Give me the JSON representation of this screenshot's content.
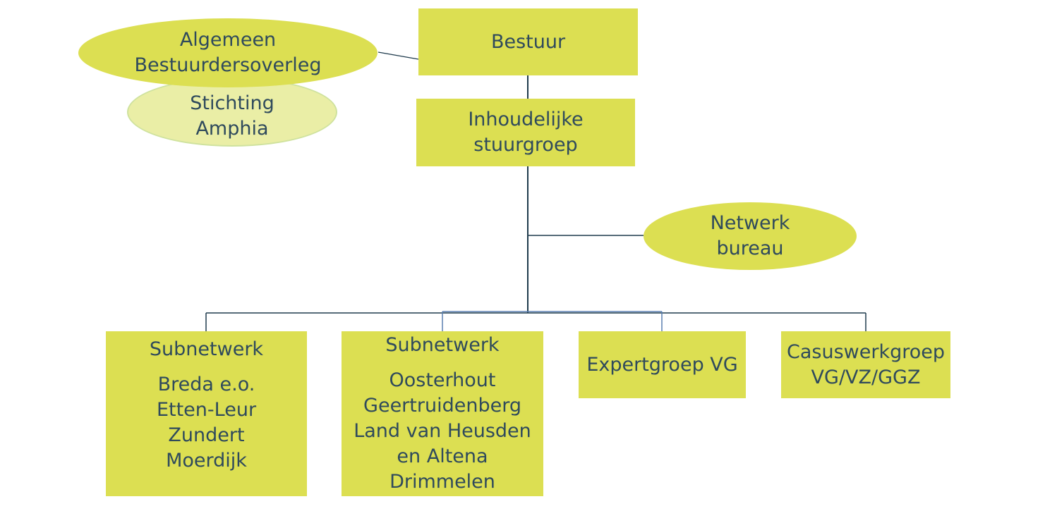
{
  "diagram": {
    "bestuur": {
      "lines": [
        "Bestuur"
      ]
    },
    "algemeen": {
      "lines": [
        "Algemeen",
        "Bestuurdersoverleg"
      ]
    },
    "stichting": {
      "lines": [
        "Stichting",
        "Amphia"
      ]
    },
    "stuurgroep": {
      "lines": [
        "Inhoudelijke",
        "stuurgroep"
      ]
    },
    "netwerkbureau": {
      "lines": [
        "Netwerk",
        "bureau"
      ]
    },
    "subnetwerk_breda": {
      "title": "Subnetwerk",
      "lines": [
        "Breda e.o.",
        "Etten-Leur",
        "Zundert",
        "Moerdijk"
      ]
    },
    "subnetwerk_oosterhout": {
      "title": "Subnetwerk",
      "lines": [
        "Oosterhout",
        "Geertruidenberg",
        "Land van Heusden",
        "en Altena",
        "Drimmelen"
      ]
    },
    "expertgroep": {
      "lines": [
        "Expertgroep VG"
      ]
    },
    "casuswerkgroep": {
      "lines": [
        "Casuswerkgroep",
        "VG/VZ/GGZ"
      ]
    }
  },
  "colors": {
    "box_fill": "#dcdf52",
    "light_fill": "#eaeea6",
    "text": "#2f4a5c",
    "connector": "#1f3b4d",
    "connector_blue": "#5a7fb0"
  }
}
